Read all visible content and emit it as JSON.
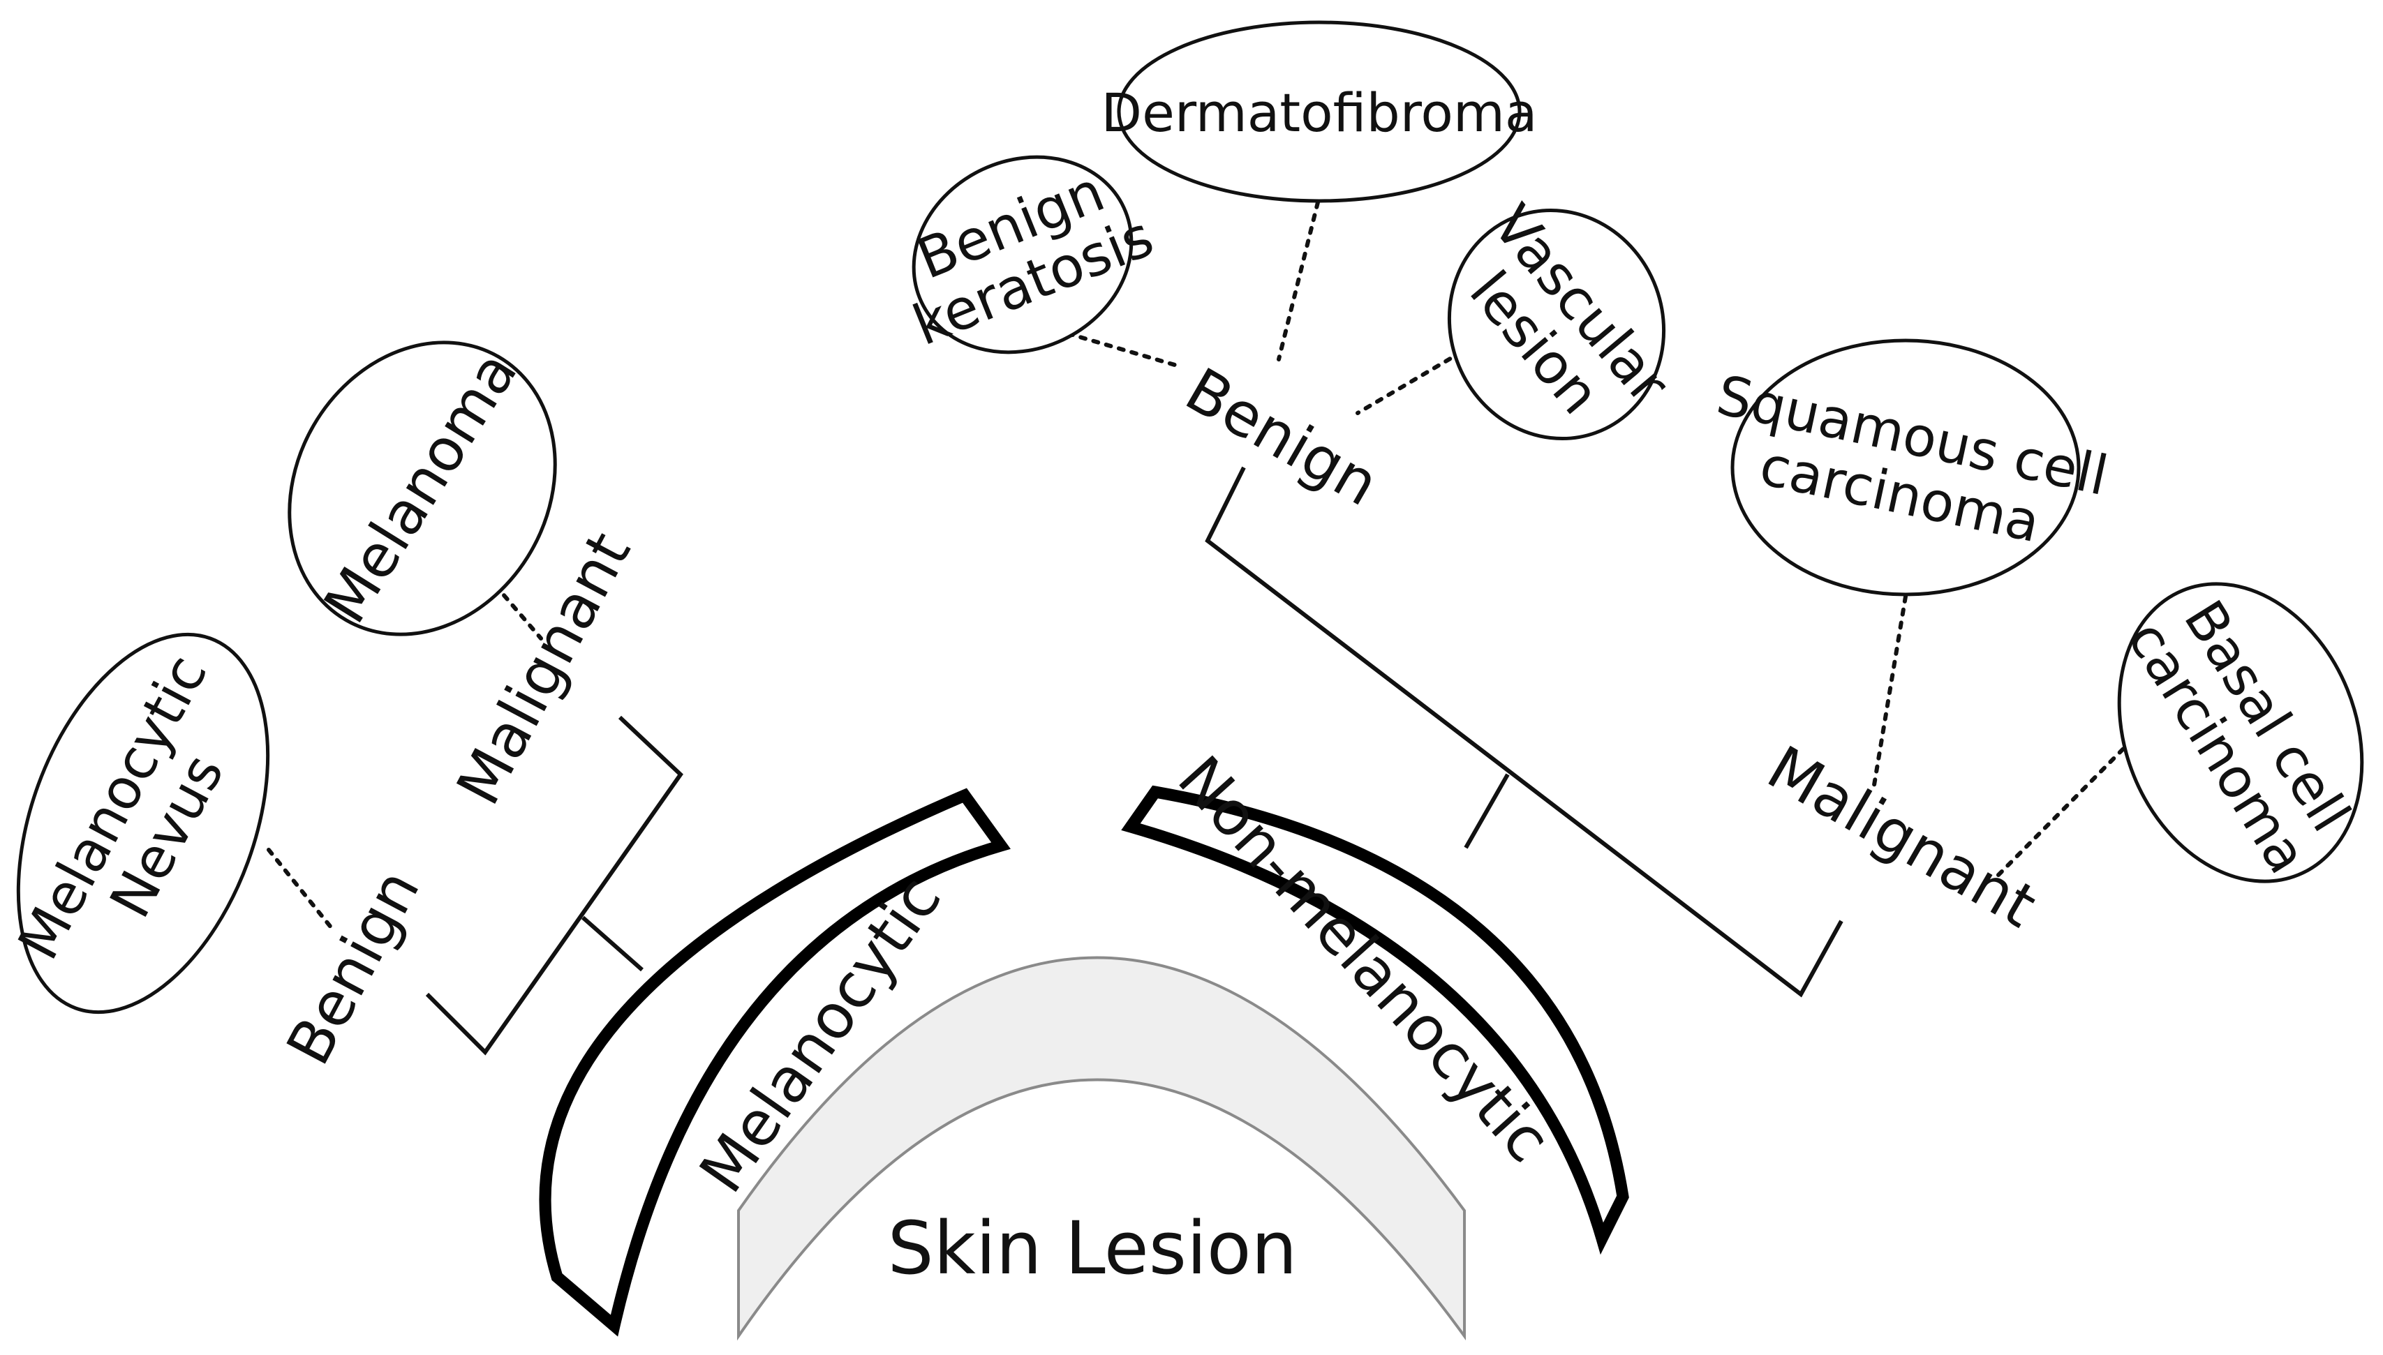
{
  "root": {
    "label": "Skin Lesion"
  },
  "categories": {
    "melanocytic": {
      "label": "Melanocytic",
      "benign": {
        "label": "Benign",
        "types": [
          "Melanocytic Nevus"
        ]
      },
      "malignant": {
        "label": "Malignant",
        "types": [
          "Melanoma"
        ]
      }
    },
    "non_melanocytic": {
      "label": "Non-melanocytic",
      "benign": {
        "label": "Benign",
        "types": [
          "Benign keratosis",
          "Dermatofibroma",
          "Vascular lesion"
        ]
      },
      "malignant": {
        "label": "Malignant",
        "types": [
          "Squamous cell carcinoma",
          "Basal cell carcinoma"
        ]
      }
    }
  },
  "colors": {
    "ink": "#111111",
    "dome_fill": "#efefef",
    "dome_stroke": "#8a8a8a"
  }
}
